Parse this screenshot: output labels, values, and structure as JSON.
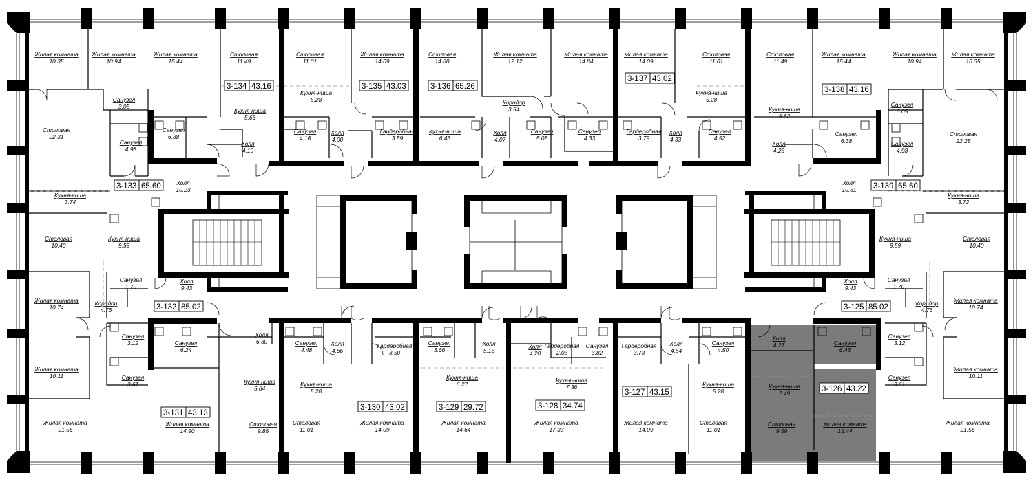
{
  "colors": {
    "wall": "#000000",
    "background": "#ffffff",
    "highlight": "#7b7b7b",
    "partition": "#000000"
  },
  "rooms": [
    {
      "name": "Жилая комната",
      "area": "10.35"
    },
    {
      "name": "Жилая комната",
      "area": "10.94"
    },
    {
      "name": "Санузел",
      "area": "3.05"
    },
    {
      "name": "Столовая",
      "area": "22.31"
    },
    {
      "name": "Санузел",
      "area": "4.98"
    },
    {
      "name": "Холл",
      "area": "10.23"
    },
    {
      "name": "Кухня-ниша",
      "area": "3.74"
    },
    {
      "name": "Жилая комната",
      "area": "15.44"
    },
    {
      "name": "Столовая",
      "area": "11.49"
    },
    {
      "name": "Кухня-ниша",
      "area": "5.66"
    },
    {
      "name": "Санузел",
      "area": "6.38"
    },
    {
      "name": "Холл",
      "area": "4.19"
    },
    {
      "name": "Столовая",
      "area": "11.01"
    },
    {
      "name": "Жилая комната",
      "area": "14.09"
    },
    {
      "name": "Кухня-ниша",
      "area": "5.28"
    },
    {
      "name": "Санузел",
      "area": "4.16"
    },
    {
      "name": "Холл",
      "area": "4.90"
    },
    {
      "name": "Гардеробная",
      "area": "3.59"
    },
    {
      "name": "Столовая",
      "area": "14.88"
    },
    {
      "name": "Жилая комната",
      "area": "12.12"
    },
    {
      "name": "Жилая комната",
      "area": "14.84"
    },
    {
      "name": "Коридор",
      "area": "3.54"
    },
    {
      "name": "Кухня-ниша",
      "area": "6.43"
    },
    {
      "name": "Холл",
      "area": "4.07"
    },
    {
      "name": "Санузел",
      "area": "5.05"
    },
    {
      "name": "Санузел",
      "area": "4.33"
    },
    {
      "name": "Жилая комната",
      "area": "14.09"
    },
    {
      "name": "Столовая",
      "area": "11.01"
    },
    {
      "name": "Кухня-ниша",
      "area": "5.28"
    },
    {
      "name": "Гардеробная",
      "area": "3.79"
    },
    {
      "name": "Холл",
      "area": "4.33"
    },
    {
      "name": "Санузел",
      "area": "4.52"
    },
    {
      "name": "Столовая",
      "area": "11.49"
    },
    {
      "name": "Жилая комната",
      "area": "15.44"
    },
    {
      "name": "Кухня-ниша",
      "area": "5.62"
    },
    {
      "name": "Холл",
      "area": "4.23"
    },
    {
      "name": "Санузел",
      "area": "6.38"
    },
    {
      "name": "Жилая комната",
      "area": "10.94"
    },
    {
      "name": "Жилая комната",
      "area": "10.35"
    },
    {
      "name": "Санузел",
      "area": "3.05"
    },
    {
      "name": "Столовая",
      "area": "22.25"
    },
    {
      "name": "Санузел",
      "area": "4.98"
    },
    {
      "name": "Холл",
      "area": "10.31"
    },
    {
      "name": "Кухня-ниша",
      "area": "3.72"
    },
    {
      "name": "Столовая",
      "area": "10.40"
    },
    {
      "name": "Кухня-ниша",
      "area": "9.59"
    },
    {
      "name": "Санузел",
      "area": "1.70"
    },
    {
      "name": "Холл",
      "area": "9.43"
    },
    {
      "name": "Жилая комната",
      "area": "10.74"
    },
    {
      "name": "Коридор",
      "area": "4.76"
    },
    {
      "name": "Санузел",
      "area": "3.12"
    },
    {
      "name": "Жилая комната",
      "area": "10.11"
    },
    {
      "name": "Санузел",
      "area": "3.61"
    },
    {
      "name": "Жилая комната",
      "area": "21.56"
    },
    {
      "name": "Санузел",
      "area": "6.24"
    },
    {
      "name": "Холл",
      "area": "6.30"
    },
    {
      "name": "Кухня-ниша",
      "area": "5.84"
    },
    {
      "name": "Жилая комната",
      "area": "14.90"
    },
    {
      "name": "Столовая",
      "area": "9.85"
    },
    {
      "name": "Санузел",
      "area": "4.48"
    },
    {
      "name": "Холл",
      "area": "4.66"
    },
    {
      "name": "Гардеробная",
      "area": "3.50"
    },
    {
      "name": "Кухня-ниша",
      "area": "5.28"
    },
    {
      "name": "Столовая",
      "area": "11.01"
    },
    {
      "name": "Жилая комната",
      "area": "14.09"
    },
    {
      "name": "Санузел",
      "area": "3.66"
    },
    {
      "name": "Холл",
      "area": "5.15"
    },
    {
      "name": "Кухня-ниша",
      "area": "6.27"
    },
    {
      "name": "Жилая комната",
      "area": "14.64"
    },
    {
      "name": "Холл",
      "area": "4.20"
    },
    {
      "name": "Гардеробная",
      "area": "2.03"
    },
    {
      "name": "Санузел",
      "area": "3.82"
    },
    {
      "name": "Кухня-ниша",
      "area": "7.36"
    },
    {
      "name": "Жилая комната",
      "area": "17.33"
    },
    {
      "name": "Гардеробная",
      "area": "3.73"
    },
    {
      "name": "Холл",
      "area": "4.54"
    },
    {
      "name": "Санузел",
      "area": "4.50"
    },
    {
      "name": "Кухня-ниша",
      "area": "5.28"
    },
    {
      "name": "Жилая комната",
      "area": "14.09"
    },
    {
      "name": "Столовая",
      "area": "11.01"
    },
    {
      "name": "Холл",
      "area": "4.27"
    },
    {
      "name": "Санузел",
      "area": "6.43"
    },
    {
      "name": "Кухня-ниша",
      "area": "7.49"
    },
    {
      "name": "Столовая",
      "area": "9.59"
    },
    {
      "name": "Жилая комната",
      "area": "15.44"
    },
    {
      "name": "Кухня-ниша",
      "area": "9.59"
    },
    {
      "name": "Столовая",
      "area": "10.40"
    },
    {
      "name": "Холл",
      "area": "9.43"
    },
    {
      "name": "Санузел",
      "area": "1.70"
    },
    {
      "name": "Коридор",
      "area": "4.76"
    },
    {
      "name": "Жилая комната",
      "area": "10.74"
    },
    {
      "name": "Санузел",
      "area": "3.12"
    },
    {
      "name": "Жилая комната",
      "area": "10.11"
    },
    {
      "name": "Санузел",
      "area": "3.61"
    },
    {
      "name": "Жилая комната",
      "area": "21.56"
    }
  ],
  "apartments": [
    {
      "number": "3-133",
      "area": "65.60"
    },
    {
      "number": "3-134",
      "area": "43.16"
    },
    {
      "number": "3-135",
      "area": "43.03"
    },
    {
      "number": "3-136",
      "area": "65.26"
    },
    {
      "number": "3-137",
      "area": "43.02"
    },
    {
      "number": "3-138",
      "area": "43.16"
    },
    {
      "number": "3-139",
      "area": "65.60"
    },
    {
      "number": "3-132",
      "area": "85.02"
    },
    {
      "number": "3-125",
      "area": "85.02"
    },
    {
      "number": "3-131",
      "area": "43.13"
    },
    {
      "number": "3-130",
      "area": "43.02"
    },
    {
      "number": "3-129",
      "area": "29.72"
    },
    {
      "number": "3-128",
      "area": "34.74"
    },
    {
      "number": "3-127",
      "area": "43.15"
    },
    {
      "number": "3-126",
      "area": "43.22"
    }
  ]
}
